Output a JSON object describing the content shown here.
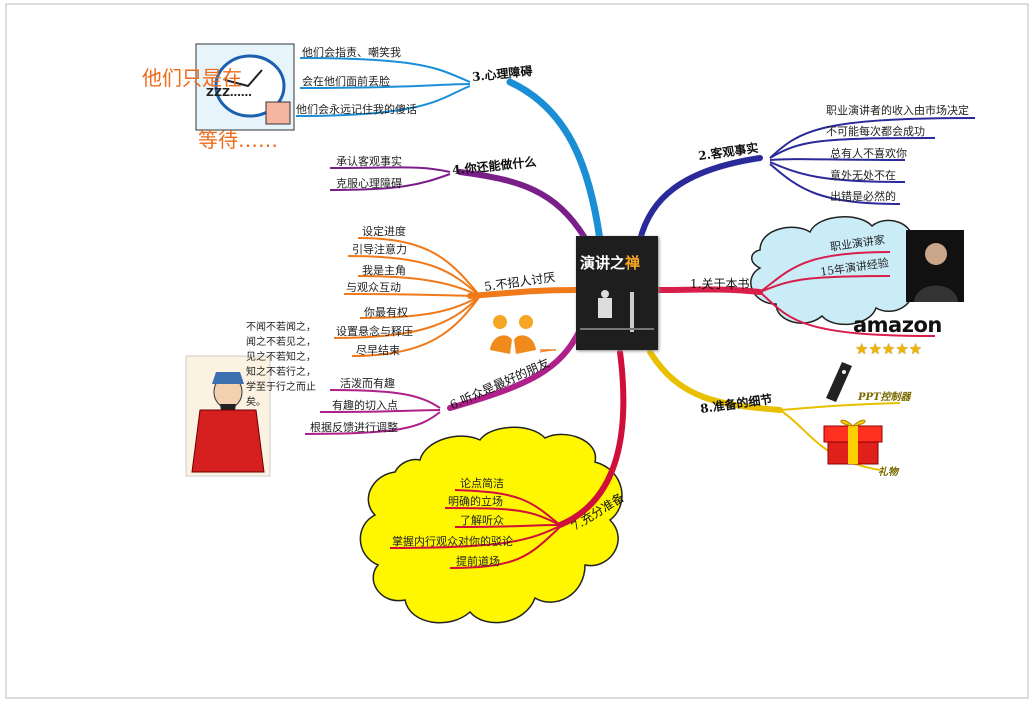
{
  "center": {
    "book_title_main": "演讲之",
    "book_title_accent": "禅"
  },
  "branches": [
    {
      "id": "b1",
      "label": "1.关于本书",
      "color": "#d81e4a",
      "children": [
        "职业演讲家",
        "15年演讲经验"
      ]
    },
    {
      "id": "b2",
      "label": "2.客观事实",
      "color": "#2a2a9a",
      "children": [
        "职业演讲者的收入由市场决定",
        "不可能每次都会成功",
        "总有人不喜欢你",
        "意外无处不在",
        "出错是必然的"
      ]
    },
    {
      "id": "b3",
      "label": "3.心理障碍",
      "color": "#1a8fd6",
      "children": [
        "他们会指责、嘲笑我",
        "会在他们面前丢脸",
        "他们会永远记住我的傻话"
      ]
    },
    {
      "id": "b4",
      "label": "4.你还能做什么",
      "color": "#7a1f8a",
      "children": [
        "承认客观事实",
        "克服心理障碍"
      ]
    },
    {
      "id": "b5",
      "label": "5.不招人讨厌",
      "color": "#f07a1a",
      "children": [
        "设定进度",
        "引导注意力",
        "我是主角",
        "与观众互动",
        "你最有权",
        "设置悬念与释压",
        "尽早结束"
      ]
    },
    {
      "id": "b6",
      "label": "6.听众是最好的朋友",
      "color": "#b0208a",
      "children": [
        "活泼而有趣",
        "有趣的切入点",
        "根据反馈进行调整"
      ]
    },
    {
      "id": "b7",
      "label": "7.充分准备",
      "color": "#d0103a",
      "children": [
        "论点简洁",
        "明确的立场",
        "了解听众",
        "掌握内行观众对你的驳论",
        "提前道场"
      ]
    },
    {
      "id": "b8",
      "label": "8.准备的细节",
      "color": "#e8c000",
      "children": [
        "PPT控制器",
        "礼物"
      ]
    }
  ],
  "waiting_text": {
    "line1": "他们只是在",
    "line2": "等待……"
  },
  "quote": "不闻不若闻之，闻之不若见之，见之不若知之，知之不若行之，学至于行之而止矣。",
  "amazon": {
    "logo": "amazon",
    "stars": "★★★★★"
  }
}
